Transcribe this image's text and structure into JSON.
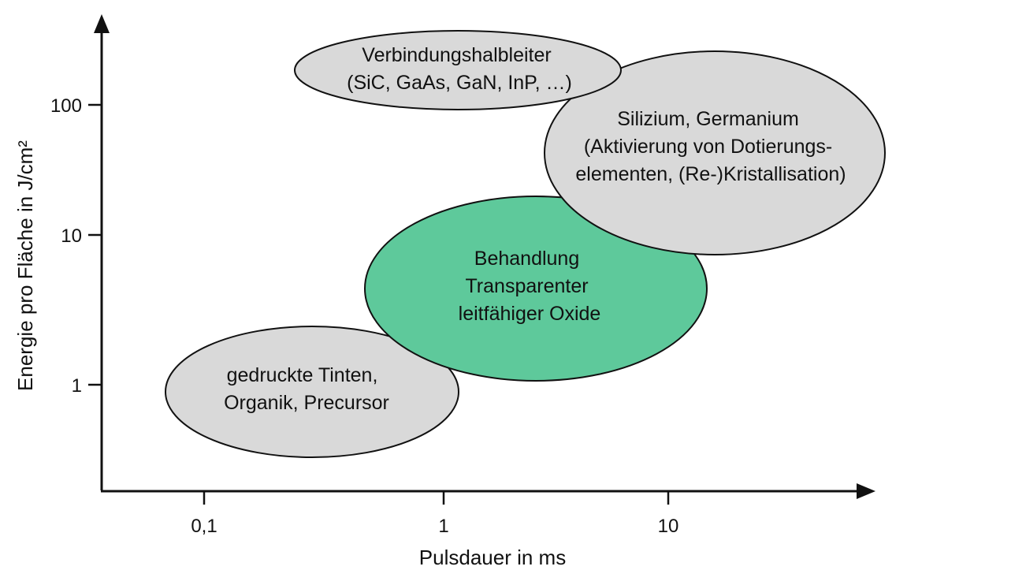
{
  "axes": {
    "x": {
      "label": "Pulsdauer in ms",
      "scale": "log",
      "ticks": [
        {
          "value": 0.1,
          "label": "0,1"
        },
        {
          "value": 1,
          "label": "1"
        },
        {
          "value": 10,
          "label": "10"
        }
      ]
    },
    "y": {
      "label": "Energie pro Fläche in J/cm²",
      "scale": "log",
      "ticks": [
        {
          "value": 1,
          "label": "1"
        },
        {
          "value": 10,
          "label": "10"
        },
        {
          "value": 100,
          "label": "100"
        }
      ]
    }
  },
  "regions": [
    {
      "id": "gedruckte-tinten",
      "lines": [
        "gedruckte Tinten,",
        "Organik, Precursor"
      ],
      "fill": "#d9d9d9"
    },
    {
      "id": "transparente-oxide",
      "lines": [
        "Behandlung",
        "Transparenter",
        "leitfähiger Oxide"
      ],
      "fill": "#5ec99b"
    },
    {
      "id": "silizium-germanium",
      "lines": [
        "Silizium, Germanium",
        "(Aktivierung von Dotierungs-",
        "elementen, (Re-)Kristallisation)"
      ],
      "fill": "#d9d9d9"
    },
    {
      "id": "verbindungshalbleiter",
      "lines": [
        "Verbindungshalbleiter",
        "(SiC, GaAs, GaN, InP, …)"
      ],
      "fill": "#d9d9d9"
    }
  ],
  "colors": {
    "highlight": "#5ec99b",
    "neutral": "#d9d9d9",
    "axis": "#111111"
  }
}
